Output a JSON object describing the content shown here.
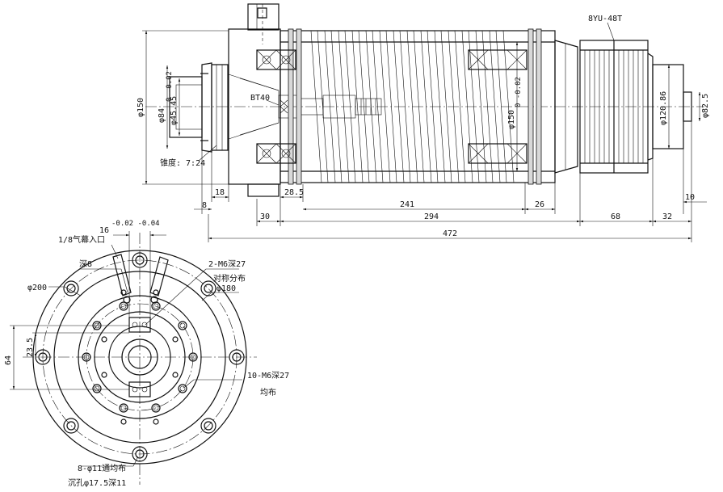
{
  "side_view": {
    "pulley_label": "8YU-48T",
    "taper_label": "BT40",
    "taper_ratio": "锥度: 7:24",
    "dia_150": "φ150",
    "dia_84": "φ84",
    "tol_84": "0 -0.02",
    "dia_45": "φ45.45",
    "dia_150_tol": "φ150",
    "tol_150": "0 -0.02",
    "dia_120": "φ120.86",
    "dia_82": "φ82.5",
    "dim_18": "18",
    "dim_8": "8",
    "dim_28": "28.5",
    "dim_241": "241",
    "dim_26": "26",
    "dim_10": "10",
    "dim_30": "30",
    "dim_294": "294",
    "dim_68": "68",
    "dim_32": "32",
    "dim_472": "472"
  },
  "front_view": {
    "slot_width": "16",
    "slot_tol": "-0.02 -0.04",
    "air_inlet": "1/8气幕入口",
    "depth_8": "深8",
    "dia_200": "φ200",
    "m6_2": "2-M6深27",
    "sym": "对称分布",
    "dia_180": "φ180",
    "dim_64": "64",
    "dim_23": "23.5",
    "m6_10": "10-M6深27",
    "uniform": "均布",
    "holes_8": "8-φ11通均布",
    "counterbore": "沉孔φ17.5深11"
  }
}
